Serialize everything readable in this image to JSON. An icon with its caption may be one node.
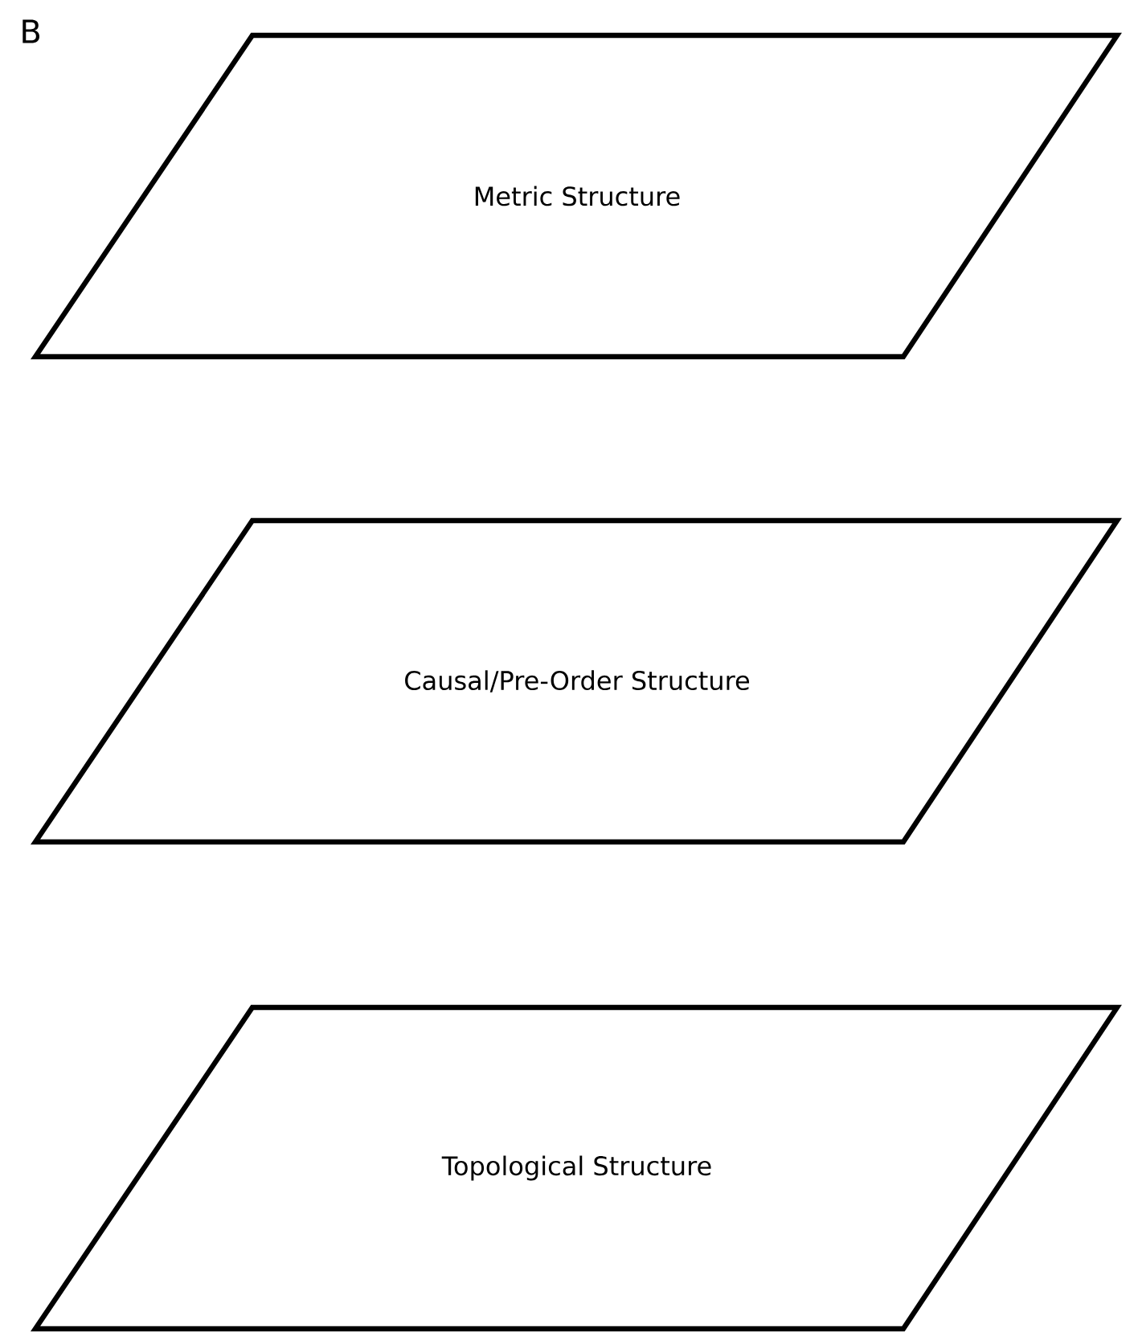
{
  "diagram": {
    "nodes": [
      {
        "text": [
          "Metric Structure"
        ]
      },
      {
        "text": [
          "Causal/Pre-Order Structure"
        ]
      },
      {
        "text": [
          "Topological Structure"
        ]
      }
    ],
    "labels": [
      "B"
    ]
  }
}
